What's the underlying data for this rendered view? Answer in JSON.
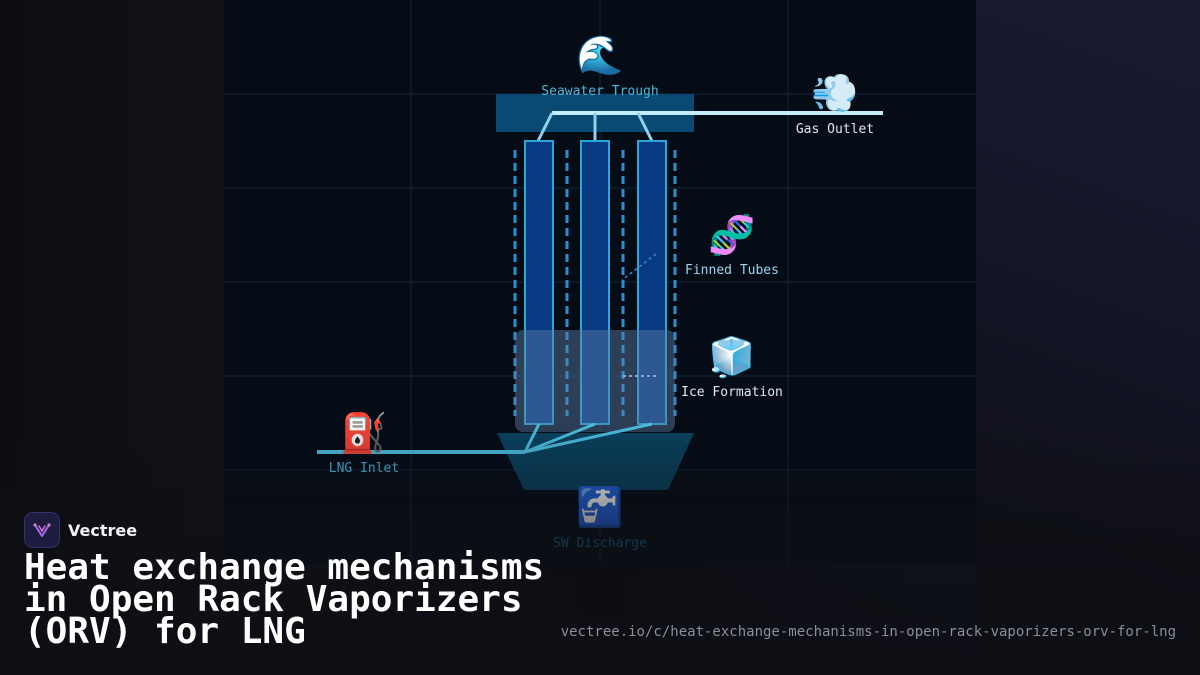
{
  "diagram": {
    "labels": {
      "seawater_trough": "Seawater Trough",
      "gas_outlet": "Gas Outlet",
      "finned_tubes": "Finned Tubes",
      "ice_formation": "Ice Formation",
      "lng_inlet": "LNG Inlet",
      "sw_discharge": "SW Discharge"
    },
    "icons": {
      "seawater_trough": "wave-icon",
      "gas_outlet": "steam-puff-icon",
      "finned_tubes": "dna-icon",
      "ice_formation": "ice-cube-icon",
      "lng_inlet": "fuel-pump-icon",
      "sw_discharge": "faucet-icon"
    },
    "colors": {
      "panel": "#050c16",
      "trough": "#0a4a72",
      "tube_fill": "#073a80",
      "tube_stroke": "#2aa6d8",
      "pipe": "#4bbde0",
      "gas_pipe": "#c4ecfa",
      "ice_zone": "#5d7fa6",
      "label_cyan": "#4cb9dd",
      "label_light": "#dfe8f2"
    }
  },
  "brand": {
    "name": "Vectree"
  },
  "title": "Heat exchange mechanisms in Open Rack Vaporizers (ORV) for LNG",
  "url": "vectree.io/c/heat-exchange-mechanisms-in-open-rack-vaporizers-orv-for-lng"
}
